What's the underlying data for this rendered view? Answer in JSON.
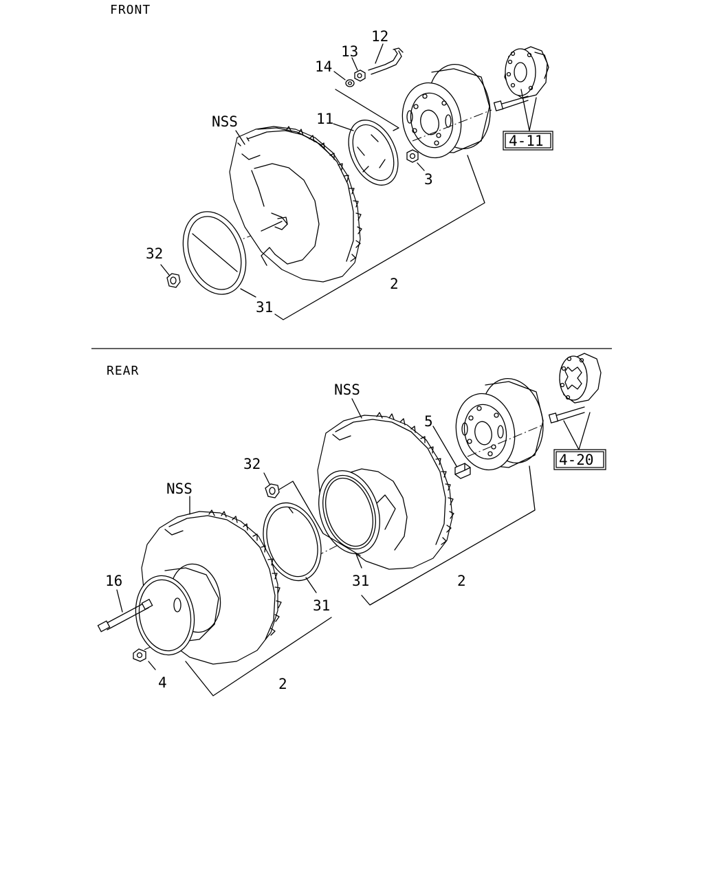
{
  "sections": {
    "front": "FRONT",
    "rear": "REAR"
  },
  "front": {
    "callouts": {
      "c12": "12",
      "c13": "13",
      "c14": "14",
      "c11": "11",
      "nss": "NSS",
      "c3": "3",
      "c32": "32",
      "c31": "31",
      "c2": "2"
    },
    "ref_box": "4-11"
  },
  "rear": {
    "callouts": {
      "nss_upper": "NSS",
      "c5": "5",
      "c32": "32",
      "nss_lower": "NSS",
      "c16": "16",
      "c31_inner": "31",
      "c2_right": "2",
      "c31_outer": "31",
      "c4": "4",
      "c2_left": "2"
    },
    "ref_box": "4-20"
  }
}
